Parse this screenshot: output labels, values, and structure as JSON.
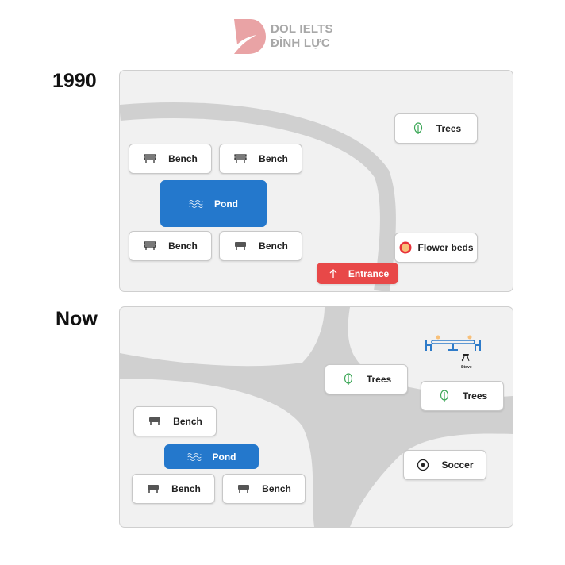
{
  "logo": {
    "line1": "DOL IELTS",
    "line2": "ĐÌNH LỰC",
    "mark_color": "#e9a3a5"
  },
  "maps": [
    {
      "label": "1990",
      "features": [
        {
          "type": "bench",
          "label": "Bench",
          "icon": "bench-icon"
        },
        {
          "type": "bench",
          "label": "Bench",
          "icon": "bench-icon"
        },
        {
          "type": "pond",
          "label": "Pond",
          "icon": "water-waves-icon"
        },
        {
          "type": "bench",
          "label": "Bench",
          "icon": "bench-icon"
        },
        {
          "type": "bench",
          "label": "Bench",
          "icon": "bench-icon"
        },
        {
          "type": "trees",
          "label": "Trees",
          "icon": "leaf-icon"
        },
        {
          "type": "flowers",
          "label": "Flower beds",
          "icon": "flower-icon"
        },
        {
          "type": "entrance",
          "label": "Entrance",
          "icon": "arrow-up-icon"
        }
      ]
    },
    {
      "label": "Now",
      "features": [
        {
          "type": "bench",
          "label": "Bench",
          "icon": "bench-icon"
        },
        {
          "type": "pond",
          "label": "Pond",
          "icon": "water-waves-icon"
        },
        {
          "type": "bench",
          "label": "Bench",
          "icon": "bench-icon"
        },
        {
          "type": "bench",
          "label": "Bench",
          "icon": "bench-icon"
        },
        {
          "type": "trees",
          "label": "Trees",
          "icon": "leaf-icon"
        },
        {
          "type": "trees",
          "label": "Trees",
          "icon": "leaf-icon"
        },
        {
          "type": "soccer",
          "label": "Soccer",
          "icon": "soccer-ball-icon"
        },
        {
          "type": "picnic",
          "label": "Stove",
          "icon": "picnic-table-stove-icon"
        }
      ]
    }
  ],
  "colors": {
    "panel_bg": "#f1f1f1",
    "road": "#d0d0d0",
    "pond": "#2478cc",
    "entrance": "#e84848",
    "tree": "#3aa655",
    "flower": "#e8313a",
    "picnic": "#2e7bc9"
  }
}
